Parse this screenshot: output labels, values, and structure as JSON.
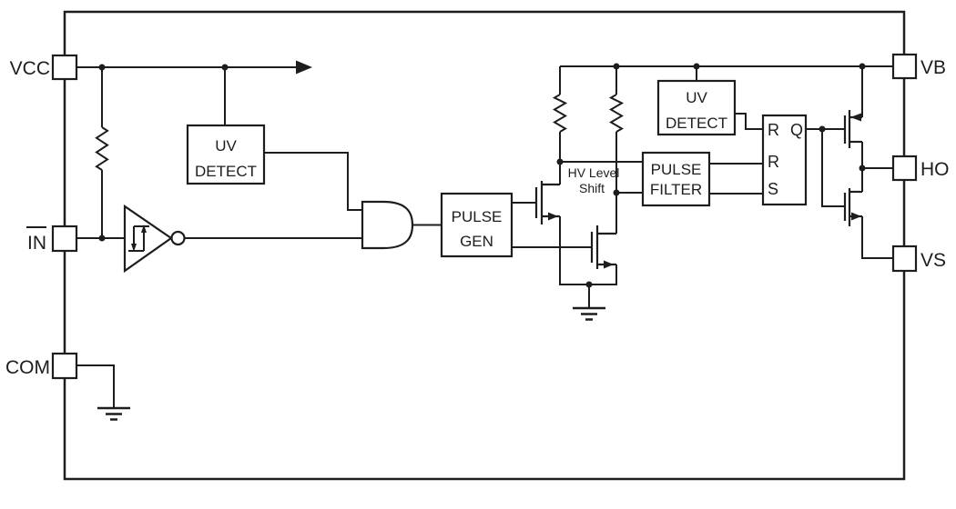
{
  "diagram": {
    "pins": {
      "vcc": "VCC",
      "in": "IN",
      "com": "COM",
      "vb": "VB",
      "ho": "HO",
      "vs": "VS"
    },
    "blocks": {
      "uv_detect_vcc": {
        "line1": "UV",
        "line2": "DETECT"
      },
      "uv_detect_vb": {
        "line1": "UV",
        "line2": "DETECT"
      },
      "pulse_gen": {
        "line1": "PULSE",
        "line2": "GEN"
      },
      "pulse_filter": {
        "line1": "PULSE",
        "line2": "FILTER"
      },
      "hv_level_shift": {
        "line1": "HV Level",
        "line2": "Shift"
      }
    },
    "latch": {
      "r_top": "R",
      "q": "Q",
      "r_mid": "R",
      "s": "S"
    },
    "colors": {
      "ink": "#1d1d1b",
      "background": "#ffffff"
    }
  }
}
